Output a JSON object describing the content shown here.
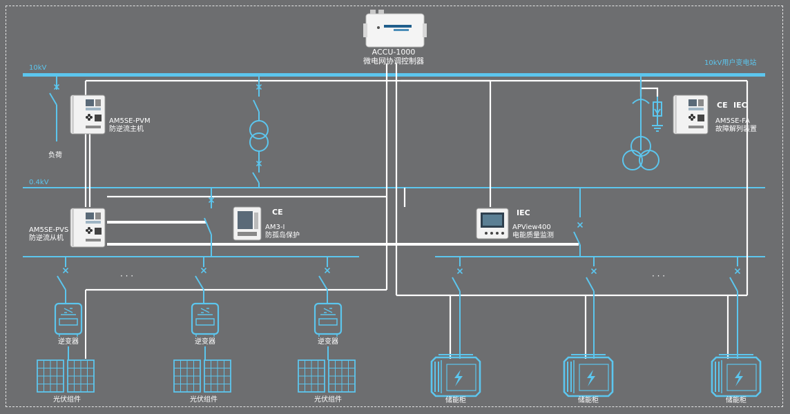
{
  "controller": {
    "model": "ACCU-1000",
    "name": "微电网协调控制器"
  },
  "voltages": {
    "hv": "10kV",
    "lv": "0.4kV",
    "station": "10kV用户变电站"
  },
  "devices": {
    "pvm": {
      "model": "AM5SE-PVM",
      "name": "防逆流主机"
    },
    "pvs": {
      "model": "AM5SE-PVS",
      "name": "防逆流从机"
    },
    "am3": {
      "model": "AM3-I",
      "name": "防孤岛保护"
    },
    "apview": {
      "model": "APView400",
      "name": "电能质量监测"
    },
    "fa": {
      "model": "AM5SE-FA",
      "name": "故障解列装置"
    }
  },
  "cert": {
    "ce": "CE",
    "iec": "IEC"
  },
  "load_label": "负荷",
  "inverter_label": "逆变器",
  "pv_label": "光伏组件",
  "storage_label": "储能柜",
  "ellipsis": "· · ·",
  "colors": {
    "background": "#6d6e70",
    "bus": "#5cc6ee",
    "line": "#ffffff"
  }
}
